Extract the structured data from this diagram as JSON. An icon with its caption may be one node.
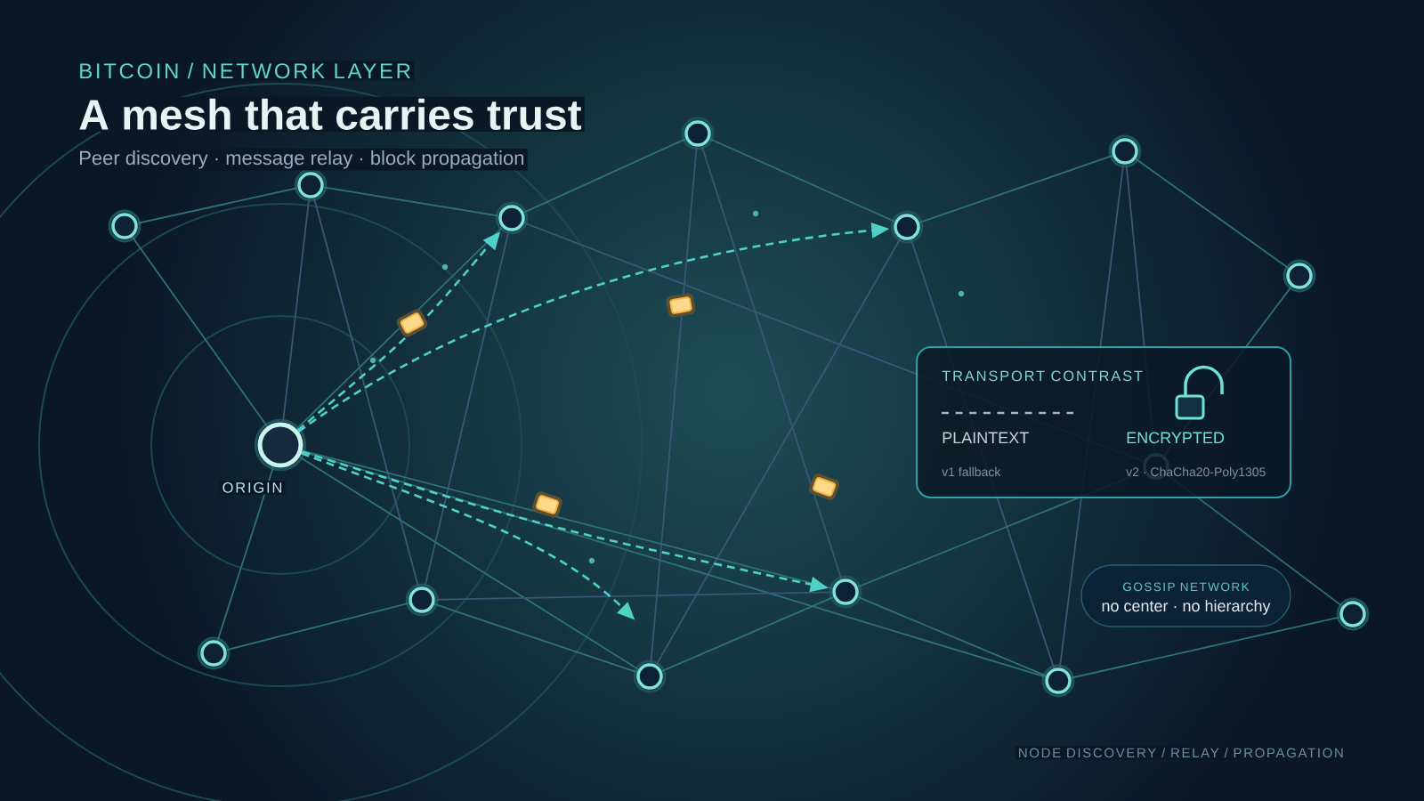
{
  "diagram": {
    "title": "A mesh that carries trust",
    "nodes": [
      {
        "text": [],
        "shape": "circle"
      },
      {
        "text": [],
        "shape": "circle"
      },
      {
        "text": [],
        "shape": "circle"
      },
      {
        "text": [],
        "shape": "circle"
      },
      {
        "text": [],
        "shape": "circle"
      },
      {
        "text": [],
        "shape": "circle"
      },
      {
        "text": [],
        "shape": "circle"
      },
      {
        "text": [],
        "shape": "circle",
        "beside": [
          "ORIGIN"
        ]
      },
      {
        "text": [
          "TRANSPORT CONTRAST",
          "PLAINTEXT",
          "ENCRYPTED",
          "v1 fallback",
          "v2 · ChaCha20-Poly1305"
        ]
      },
      {
        "text": [],
        "shape": "circle",
        "in": 8
      },
      {
        "text": [],
        "shape": "circle"
      },
      {
        "text": [
          "GOSSIP NETWORK",
          "no center · no hierarchy"
        ]
      },
      {
        "text": [],
        "shape": "circle"
      },
      {
        "text": [],
        "shape": "circle"
      },
      {
        "text": [],
        "shape": "circle"
      },
      {
        "text": [],
        "shape": "circle"
      },
      {
        "text": [],
        "shape": "circle"
      }
    ],
    "edges": [
      {
        "from": 0,
        "to": 1,
        "arrow": "none"
      },
      {
        "from": 0,
        "to": 7,
        "arrow": "none"
      },
      {
        "from": 1,
        "to": 2,
        "arrow": "none"
      },
      {
        "from": 1,
        "to": 7,
        "arrow": "none",
        "color": "#3c5676"
      },
      {
        "from": 1,
        "to": 12,
        "arrow": "none",
        "color": "#3c5676"
      },
      {
        "from": 2,
        "to": 3,
        "arrow": "none"
      },
      {
        "from": 2,
        "to": 9,
        "arrow": "none",
        "color": "#3c5676"
      },
      {
        "from": 2,
        "to": 12,
        "arrow": "none",
        "color": "#3c5676"
      },
      {
        "from": 7,
        "to": 2,
        "arrow": "none"
      },
      {
        "from": 3,
        "to": 4,
        "arrow": "none"
      },
      {
        "from": 3,
        "to": 15,
        "arrow": "none",
        "color": "#3c5676"
      },
      {
        "from": 3,
        "to": 10,
        "arrow": "none",
        "color": "#3c5676"
      },
      {
        "from": 4,
        "to": 5,
        "arrow": "none"
      },
      {
        "from": 4,
        "to": 15,
        "arrow": "none",
        "color": "#3c5676"
      },
      {
        "from": 4,
        "to": 16,
        "arrow": "none",
        "color": "#3c5676"
      },
      {
        "from": 5,
        "to": 6,
        "arrow": "none"
      },
      {
        "from": 5,
        "to": 16,
        "arrow": "none",
        "color": "#3c5676"
      },
      {
        "from": 5,
        "to": 9,
        "arrow": "none",
        "color": "#3c5676"
      },
      {
        "from": 6,
        "to": 9,
        "arrow": "none"
      },
      {
        "from": 7,
        "to": 14,
        "arrow": "none"
      },
      {
        "from": 7,
        "to": 15,
        "arrow": "none"
      },
      {
        "from": 7,
        "to": 10,
        "arrow": "none"
      },
      {
        "from": 7,
        "to": 16,
        "arrow": "none"
      },
      {
        "from": 12,
        "to": 14,
        "arrow": "none"
      },
      {
        "from": 12,
        "to": 15,
        "arrow": "none"
      },
      {
        "from": 12,
        "to": 10,
        "arrow": "none",
        "color": "#3c5676"
      },
      {
        "from": 15,
        "to": 10,
        "arrow": "none"
      },
      {
        "from": 10,
        "to": 16,
        "arrow": "none"
      },
      {
        "from": 10,
        "to": 9,
        "arrow": "none"
      },
      {
        "from": 16,
        "to": 13,
        "arrow": "none"
      },
      {
        "from": 13,
        "to": 9,
        "arrow": "none"
      },
      {
        "from": 7,
        "to": 2,
        "arrow": "to",
        "style": "dashed",
        "color": "#4fd1c5"
      },
      {
        "from": 7,
        "to": 4,
        "arrow": "to",
        "style": "dashed",
        "color": "#4fd1c5"
      },
      {
        "from": 7,
        "to": 10,
        "arrow": "to",
        "style": "dashed",
        "color": "#4fd1c5"
      },
      {
        "from": 7,
        "to": null,
        "arrow": "to",
        "style": "dashed",
        "color": "#4fd1c5"
      }
    ],
    "labels": [
      "BITCOIN / NETWORK LAYER",
      "Peer discovery · message relay · block propagation",
      "NODE DISCOVERY / RELAY / PROPAGATION"
    ]
  }
}
